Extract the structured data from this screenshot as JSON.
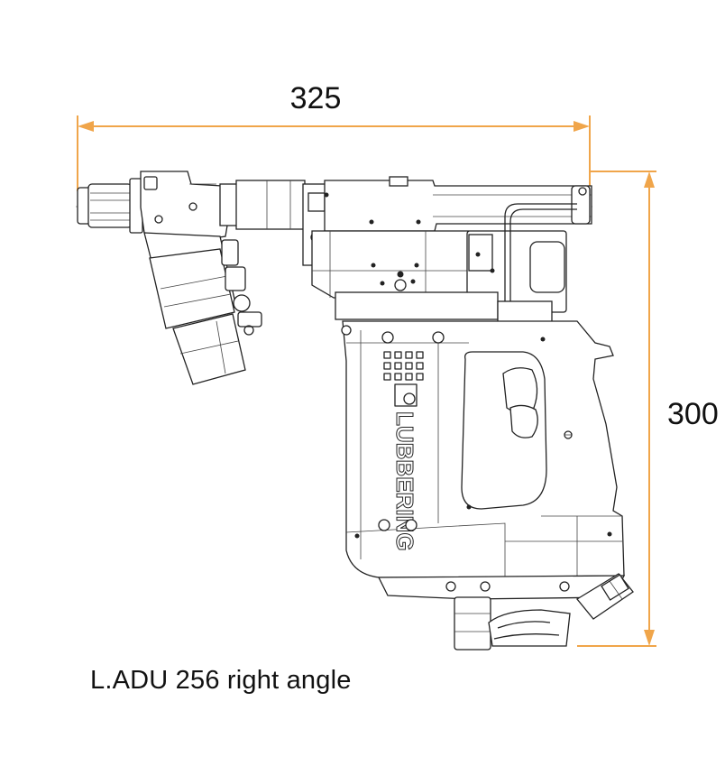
{
  "dimensions": {
    "width": "325",
    "height": "300"
  },
  "caption": "L.ADU 256 right angle",
  "logo_text": "LUBBERING",
  "dimension_color": "#f0a54a",
  "line_color": "#222222"
}
